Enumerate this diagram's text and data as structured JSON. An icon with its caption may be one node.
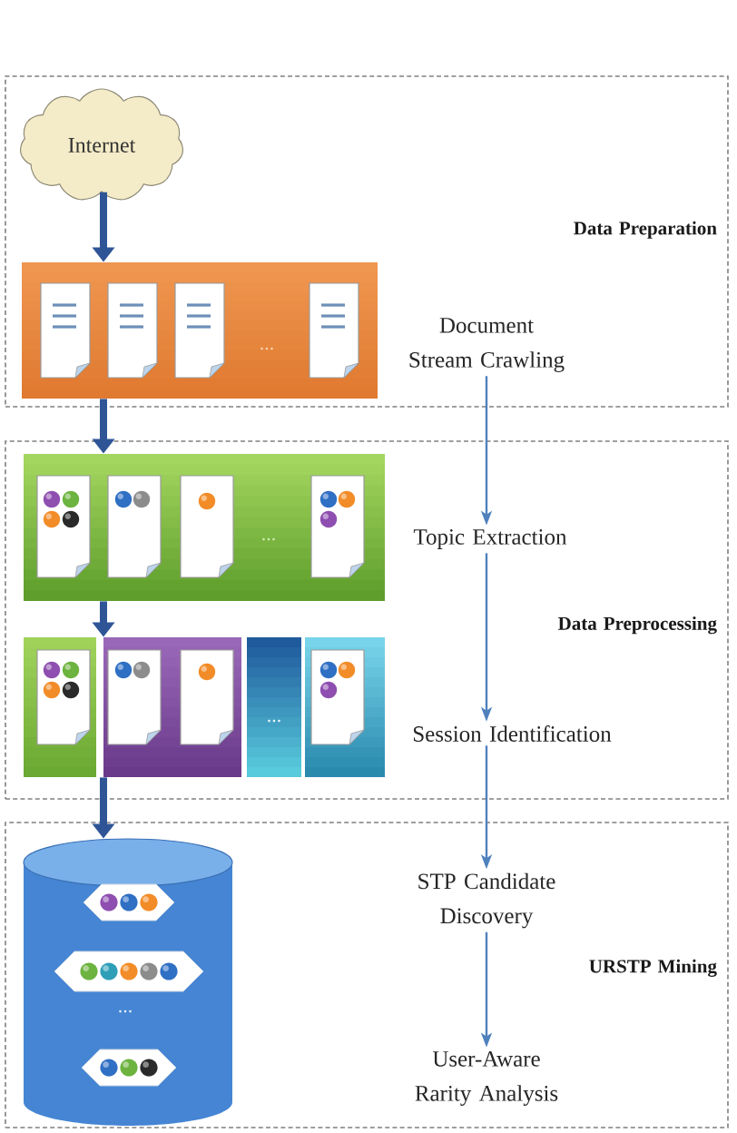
{
  "diagram": {
    "nodes": [
      {
        "text": [
          "Data Preparation"
        ]
      },
      {
        "text": [
          "Internet"
        ],
        "in": 0
      },
      {
        "text": [],
        "shape": "box",
        "in": 0
      },
      {
        "text": [
          "Document Stream Crawling"
        ],
        "in": 0
      },
      {
        "text": [
          "Data Preprocessing"
        ]
      },
      {
        "text": [],
        "shape": "box",
        "in": 4
      },
      {
        "text": [
          "Topic Extraction"
        ],
        "in": 4
      },
      {
        "text": [],
        "shape": "box",
        "in": 4
      },
      {
        "text": [
          "Session Identification"
        ],
        "in": 4
      },
      {
        "text": [
          "URSTP Mining"
        ]
      },
      {
        "text": [],
        "shape": "cylinder",
        "in": 9
      },
      {
        "text": [
          "STP Candidate Discovery"
        ],
        "in": 9
      },
      {
        "text": [
          "User-Aware Rarity Analysis"
        ],
        "in": 9
      }
    ],
    "edges": [
      {
        "from": 1,
        "to": 2,
        "arrow": "to",
        "style": "thick",
        "color": "#2f5597"
      },
      {
        "from": 2,
        "to": 5,
        "arrow": "to",
        "style": "thick",
        "color": "#2f5597"
      },
      {
        "from": 3,
        "to": 6,
        "arrow": "to"
      },
      {
        "from": 5,
        "to": 7,
        "arrow": "to",
        "style": "thick",
        "color": "#2f5597"
      },
      {
        "from": 6,
        "to": 8,
        "arrow": "to"
      },
      {
        "from": 7,
        "to": 10,
        "arrow": "to",
        "style": "thick",
        "color": "#2f5597"
      },
      {
        "from": 8,
        "to": 11,
        "arrow": "to"
      },
      {
        "from": 11,
        "to": 12,
        "arrow": "to"
      }
    ],
    "labels": [
      "...",
      "...",
      "...",
      "..."
    ]
  }
}
